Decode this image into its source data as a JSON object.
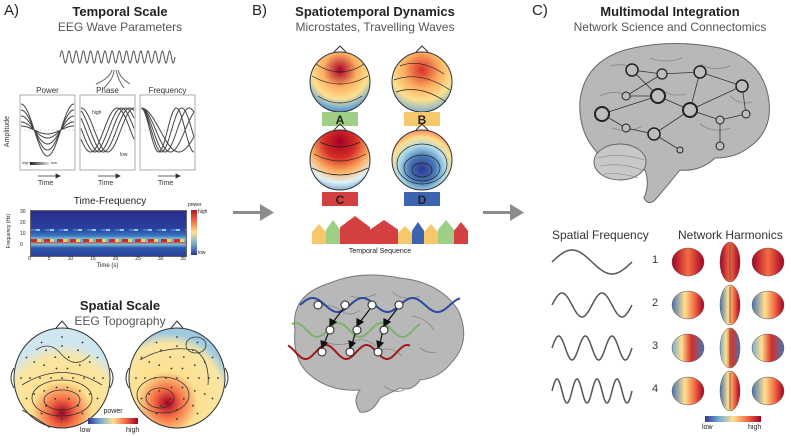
{
  "panels": {
    "a": {
      "letter": "A)",
      "title": "Temporal Scale",
      "subtitle": "EEG Wave Parameters",
      "waves": {
        "power": "Power",
        "phase": "Phase",
        "frequency": "Frequency",
        "amplitude": "Amplitude",
        "time": "Time",
        "high": "high",
        "low": "low",
        "legend_high": "high",
        "legend_low": "low"
      },
      "tf": {
        "title": "Time-Frequency",
        "ylabel": "Frequency (Hz)",
        "xlabel": "Time (s)",
        "cb_label": "power",
        "cb_high": "high",
        "cb_low": "low",
        "yticks": [
          "30",
          "20",
          "10",
          "0"
        ],
        "xticks": [
          "0",
          "5",
          "10",
          "15",
          "20",
          "25",
          "30",
          "35"
        ]
      },
      "spatial": {
        "title": "Spatial Scale",
        "subtitle": "EEG Topography",
        "cb_label": "power",
        "cb_low": "low",
        "cb_high": "high"
      }
    },
    "b": {
      "letter": "B)",
      "title": "Spatiotemporal Dynamics",
      "subtitle": "Microstates, Travelling Waves",
      "maps": [
        "A",
        "B",
        "C",
        "D"
      ],
      "sequence_label": "Temporal Sequence"
    },
    "c": {
      "letter": "C)",
      "title": "Multimodal Integration",
      "subtitle": "Network Science and Connectomics",
      "spatial_frequency": "Spatial Frequency",
      "network_harmonics": "Network Harmonics",
      "rows": [
        "1",
        "2",
        "3",
        "4"
      ],
      "cb_low": "low",
      "cb_high": "high"
    }
  },
  "colors": {
    "map_A": "#9fce87",
    "map_B": "#f6c86b",
    "map_C": "#d43f3f",
    "map_D": "#3d64b0",
    "arrow": "#8c8c8c",
    "brain": "#b5b5b5"
  }
}
